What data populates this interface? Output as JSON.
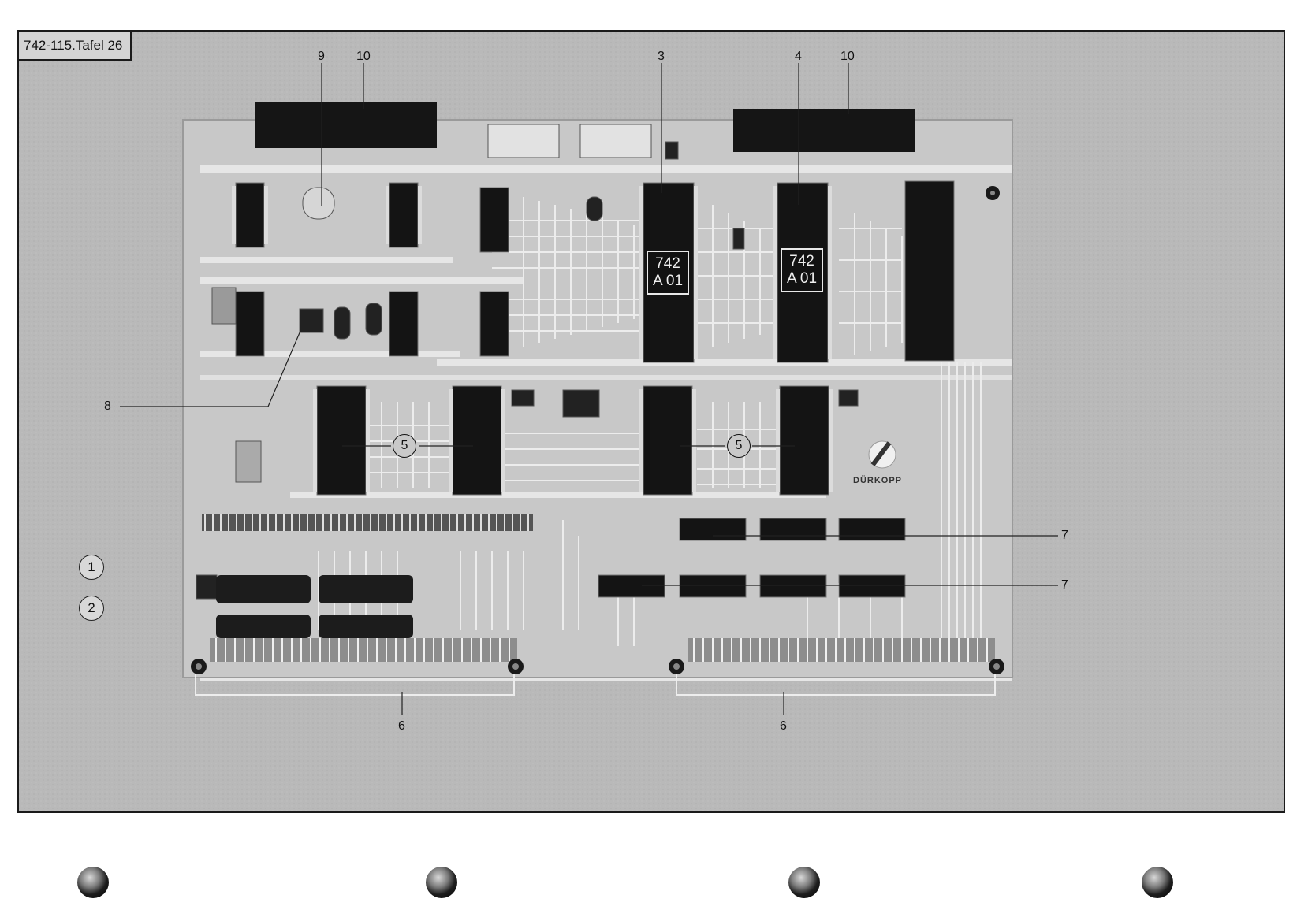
{
  "plate_label": "742-115.Tafel 26",
  "chip_marking": {
    "line1": "742",
    "line2": "A 01"
  },
  "logo_text": "DÜRKOPP",
  "callouts": {
    "c9": "9",
    "c10_left": "10",
    "c3": "3",
    "c4": "4",
    "c10_right": "10",
    "c8": "8",
    "c5_left": "5",
    "c5_right": "5",
    "c7_top": "7",
    "c7_bottom": "7",
    "c6_left": "6",
    "c6_right": "6"
  },
  "side_markers": [
    "1",
    "2"
  ],
  "colors": {
    "plate_bg": "#b9b9b9",
    "board": "#c4c4c4",
    "chip": "#141414",
    "trace": "#ececec",
    "frame": "#1a1a1a"
  }
}
